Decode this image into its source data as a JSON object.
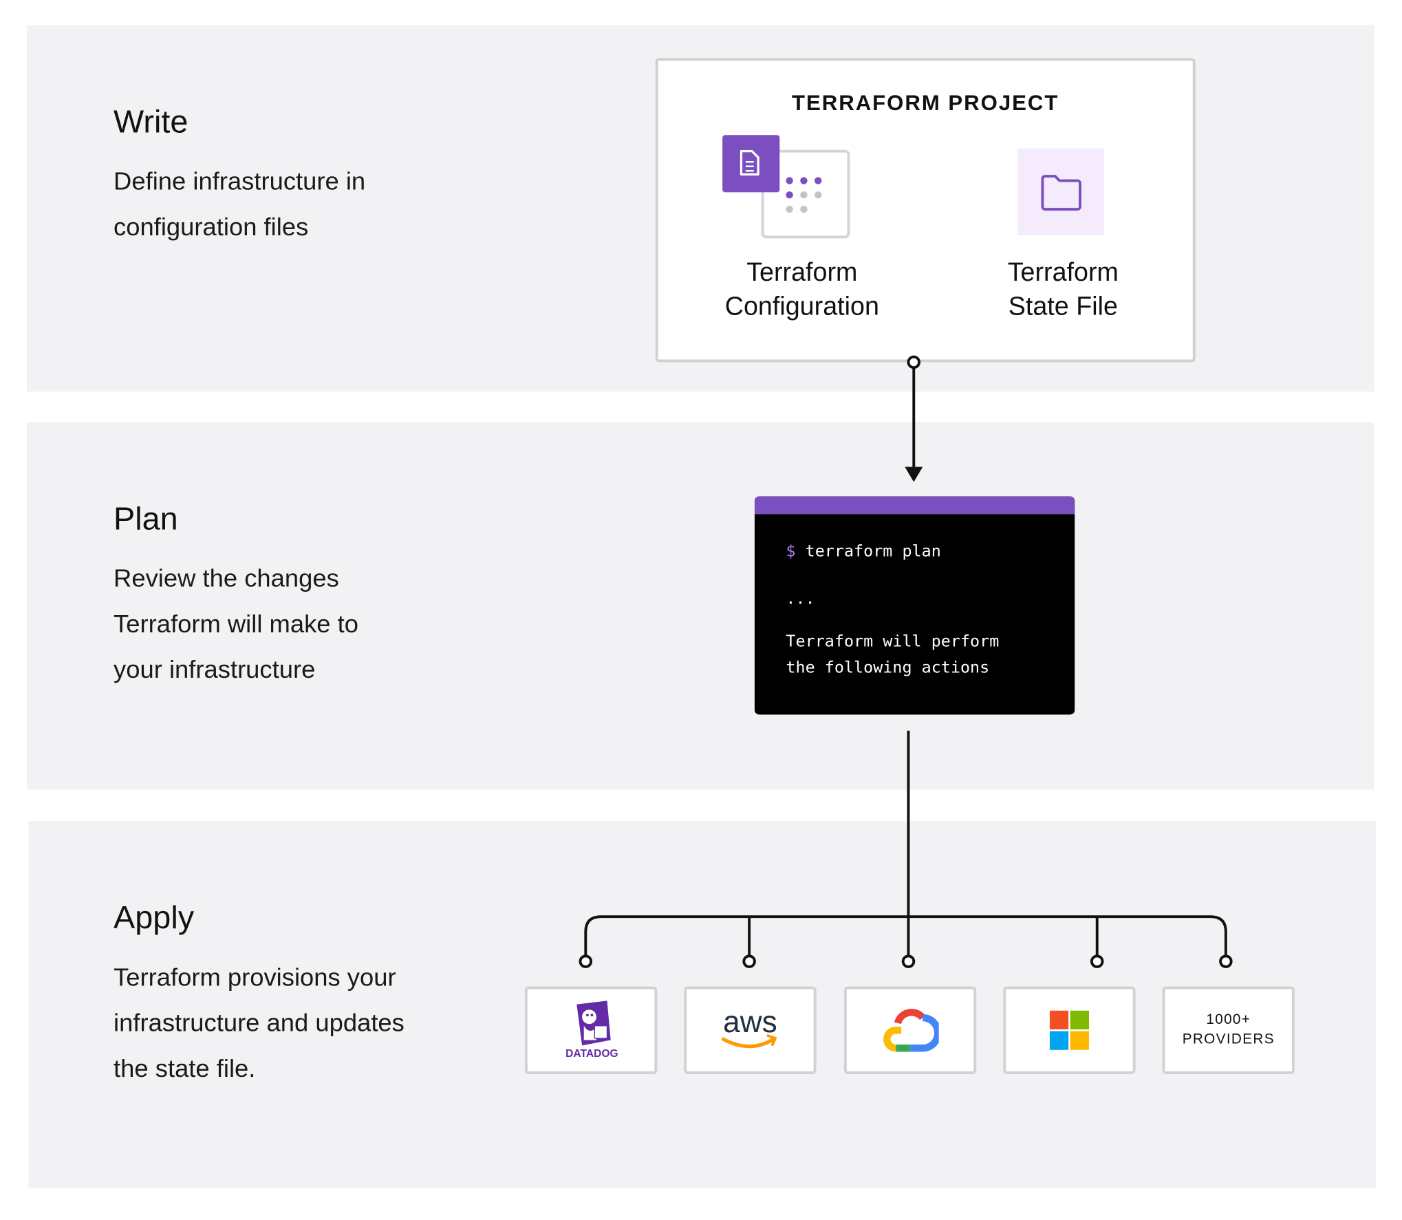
{
  "sections": {
    "write": {
      "title": "Write",
      "description": "Define infrastructure in configuration files"
    },
    "plan": {
      "title": "Plan",
      "description": "Review the changes Terraform will make to your infrastructure"
    },
    "apply": {
      "title": "Apply",
      "description": "Terraform provisions your infrastructure and updates the state file."
    }
  },
  "project": {
    "title": "TERRAFORM PROJECT",
    "items": [
      {
        "label_line1": "Terraform",
        "label_line2": "Configuration",
        "icon": "config-file-icon"
      },
      {
        "label_line1": "Terraform",
        "label_line2": "State File",
        "icon": "folder-icon"
      }
    ]
  },
  "terminal": {
    "prompt": "$",
    "command": "terraform plan",
    "ellipsis": "...",
    "output_line1": "Terraform will perform",
    "output_line2": "the following actions"
  },
  "providers": [
    {
      "name": "datadog",
      "logo_text": "DATADOG"
    },
    {
      "name": "aws",
      "logo_text": "aws"
    },
    {
      "name": "google-cloud"
    },
    {
      "name": "microsoft"
    },
    {
      "name": "more",
      "line1": "1000+",
      "line2": "PROVIDERS"
    }
  ],
  "colors": {
    "accent": "#7b4fc0",
    "section_bg": "#f2f2f4",
    "folder_bg": "#f4ecfd"
  }
}
